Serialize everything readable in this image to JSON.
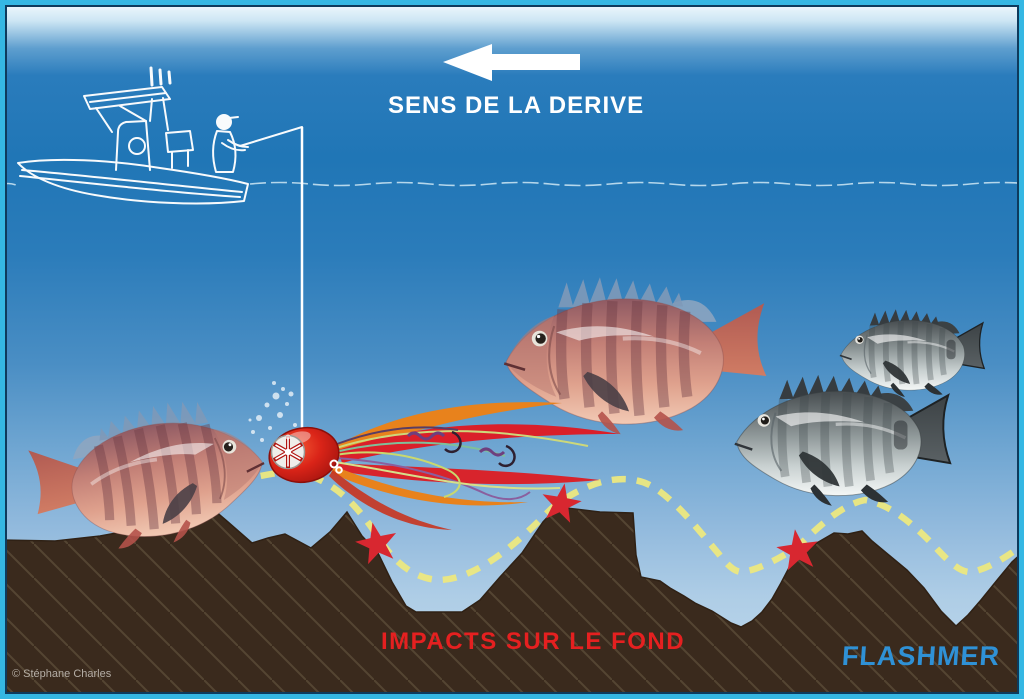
{
  "labels": {
    "drift": "SENS DE LA DERIVE",
    "impacts": "IMPACTS SUR LE FOND",
    "brand": "FLASHMER",
    "copyright": "© Stéphane Charles"
  },
  "scene": {
    "type": "fishing-technique-infographic",
    "drift_arrow_direction": "left",
    "impact_stars": 3,
    "trajectory_style": "yellow-dashed-bottom-bounce",
    "fish": [
      "red-seabream-facing-right",
      "red-seabream-large-center",
      "gray-seabream-large",
      "gray-seabream-small"
    ],
    "lure": "red-tenya-jig-with-skirt",
    "boat": "center-console-with-angler"
  },
  "palette": {
    "border_outer": "#35b7e3",
    "border_inner": "#0e3a5c",
    "sea_deep": "#2278b8",
    "sea_light": "#bdd7ea",
    "seafloor": "#3a2a1d",
    "hatch_line": "#6a5a44",
    "trajectory": "#ece87f",
    "impact_star": "#d82730",
    "impacts_text": "#e52020",
    "brand_blue": "#2f91d6",
    "line_white": "#ffffff"
  }
}
